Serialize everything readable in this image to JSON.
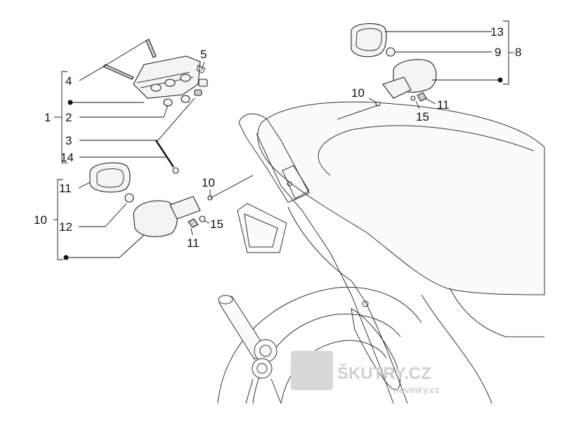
{
  "labels": {
    "c1": "1",
    "c2": "2",
    "c3": "3",
    "c4": "4",
    "c5": "5",
    "c14": "14",
    "c8": "8",
    "c9": "9",
    "c13": "13",
    "c10a": "10",
    "c11a": "11",
    "c15a": "15",
    "c10b": "10",
    "c11b": "11",
    "c12": "12",
    "c10c": "10",
    "c15b": "15",
    "c11c": "11"
  },
  "watermark": {
    "text": "ŠKUTRY.CZ",
    "sub": "novinky.cz"
  }
}
